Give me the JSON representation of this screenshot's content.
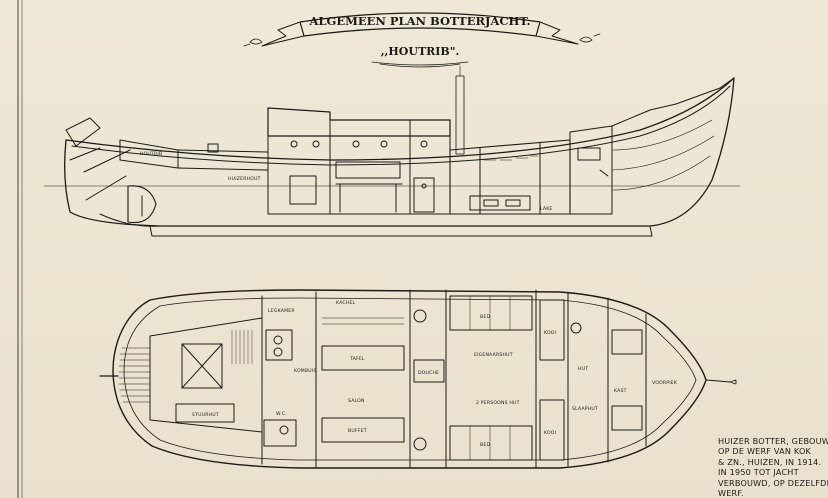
{
  "title": "ALGEMEEN PLAN BOTTERJACHT.",
  "subtitle": ",,HOUTRIB\".",
  "side_view_labels": {
    "name_on_hull": "HOUTRIB",
    "bulkhead": "HUIZERHOUT",
    "pantry": "LAKE"
  },
  "plan_view_labels": {
    "anchor_locker": "LEGKAMER",
    "wc": "W.C.",
    "galley": "KOMBUIS",
    "stuurhut": "STUURHUT",
    "stove": "KACHEL",
    "salon": "SALON",
    "table": "TAFEL",
    "buffet": "BUFFET",
    "bed": "BED",
    "stuurhut_berth": "2 PERSOONS HUT",
    "hut": "HUT",
    "slaapkamer": "SLAAPHUT",
    "douche": "DOUCHE",
    "eigenaarshut": "EIGENAARSHUT",
    "voorpiek": "VOORPIEK",
    "kast": "KAST",
    "kooi": "KOOI"
  },
  "note_lines": [
    "HUIZER BOTTER, GEBOUWD",
    "OP DE WERF VAN KOK",
    "& ZN., HUIZEN, IN 1914.",
    "IN 1950 TOT JACHT",
    "VERBOUWD, OP DEZELFDE",
    "WERF."
  ]
}
